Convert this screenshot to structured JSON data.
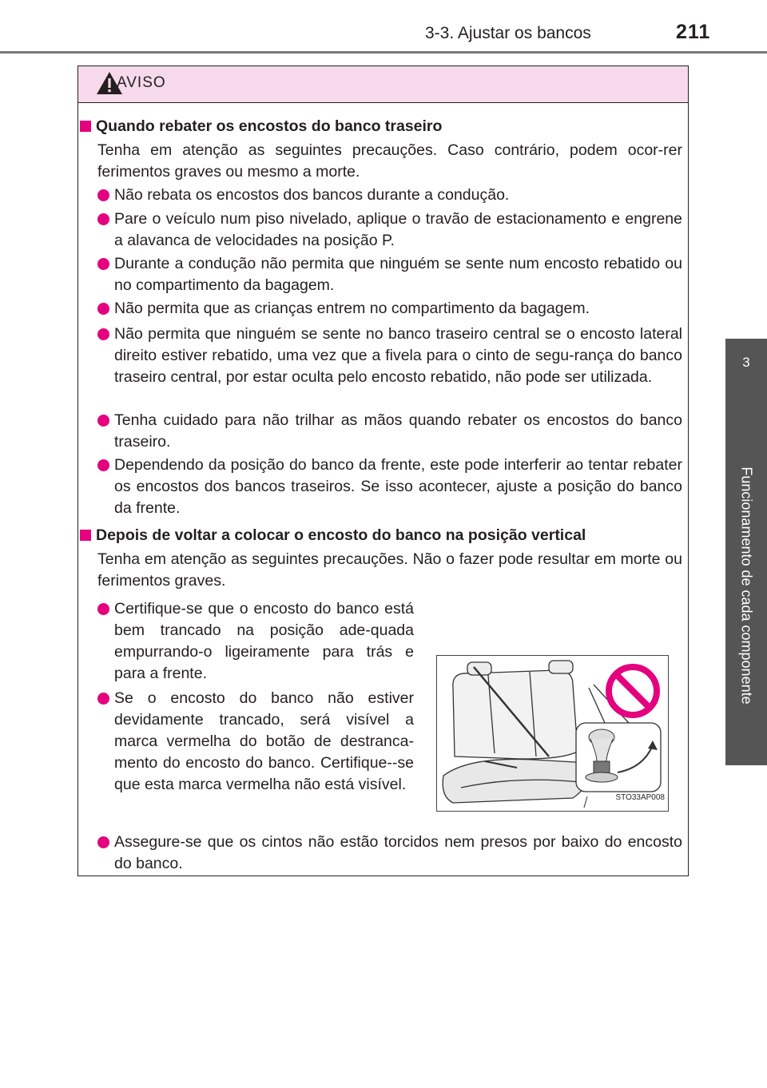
{
  "header": {
    "section": "3-3. Ajustar os bancos",
    "page": "211"
  },
  "side": {
    "chapter_number": "3",
    "chapter_title": "Funcionamento de cada componente"
  },
  "warning": {
    "title": "AVISO",
    "sections": [
      {
        "heading": "Quando rebater os encostos do banco traseiro",
        "intro": "Tenha em atenção as seguintes precauções. Caso contrário, podem ocor-rer ferimentos graves ou mesmo a morte.",
        "bullets": [
          "Não rebata os encostos dos bancos durante a condução.",
          "Pare o veículo num piso nivelado, aplique o travão de estacionamento e engrene a alavanca de velocidades na posição P.",
          "Durante a condução não permita que ninguém se sente num encosto rebatido ou no compartimento da bagagem.",
          "Não permita que as crianças entrem no compartimento da bagagem.",
          "Não permita que ninguém se sente no banco traseiro central se o encosto lateral direito estiver rebatido, uma vez que a fivela para o cinto de segu-rança do banco traseiro central, por estar oculta pelo encosto rebatido, não pode ser utilizada.",
          "Tenha cuidado para não trilhar as mãos quando rebater os encostos do banco traseiro.",
          "Dependendo da posição do banco da frente, este pode interferir ao tentar rebater os encostos dos bancos traseiros. Se isso acontecer, ajuste a posição do banco da frente."
        ]
      },
      {
        "heading": "Depois de voltar a colocar o encosto do banco na posição vertical",
        "intro": "Tenha em atenção as seguintes precauções. Não o fazer pode resultar em morte ou ferimentos graves.",
        "bullets": [
          "Certifique-se que o encosto do banco está bem trancado na posição ade-quada empurrando-o ligeiramente para trás e para a frente.",
          "Se o encosto do banco não estiver devidamente trancado, será visível a marca vermelha do botão de destranca-mento do encosto do banco. Certifique--se que esta marca vermelha não está visível.",
          "Assegure-se que os cintos não estão torcidos nem presos por baixo do encosto do banco."
        ]
      }
    ],
    "illustration_code": "STO33AP008"
  },
  "colors": {
    "accent": "#e4007f",
    "header_bg": "#f7d9ec",
    "tab": "#555555"
  }
}
